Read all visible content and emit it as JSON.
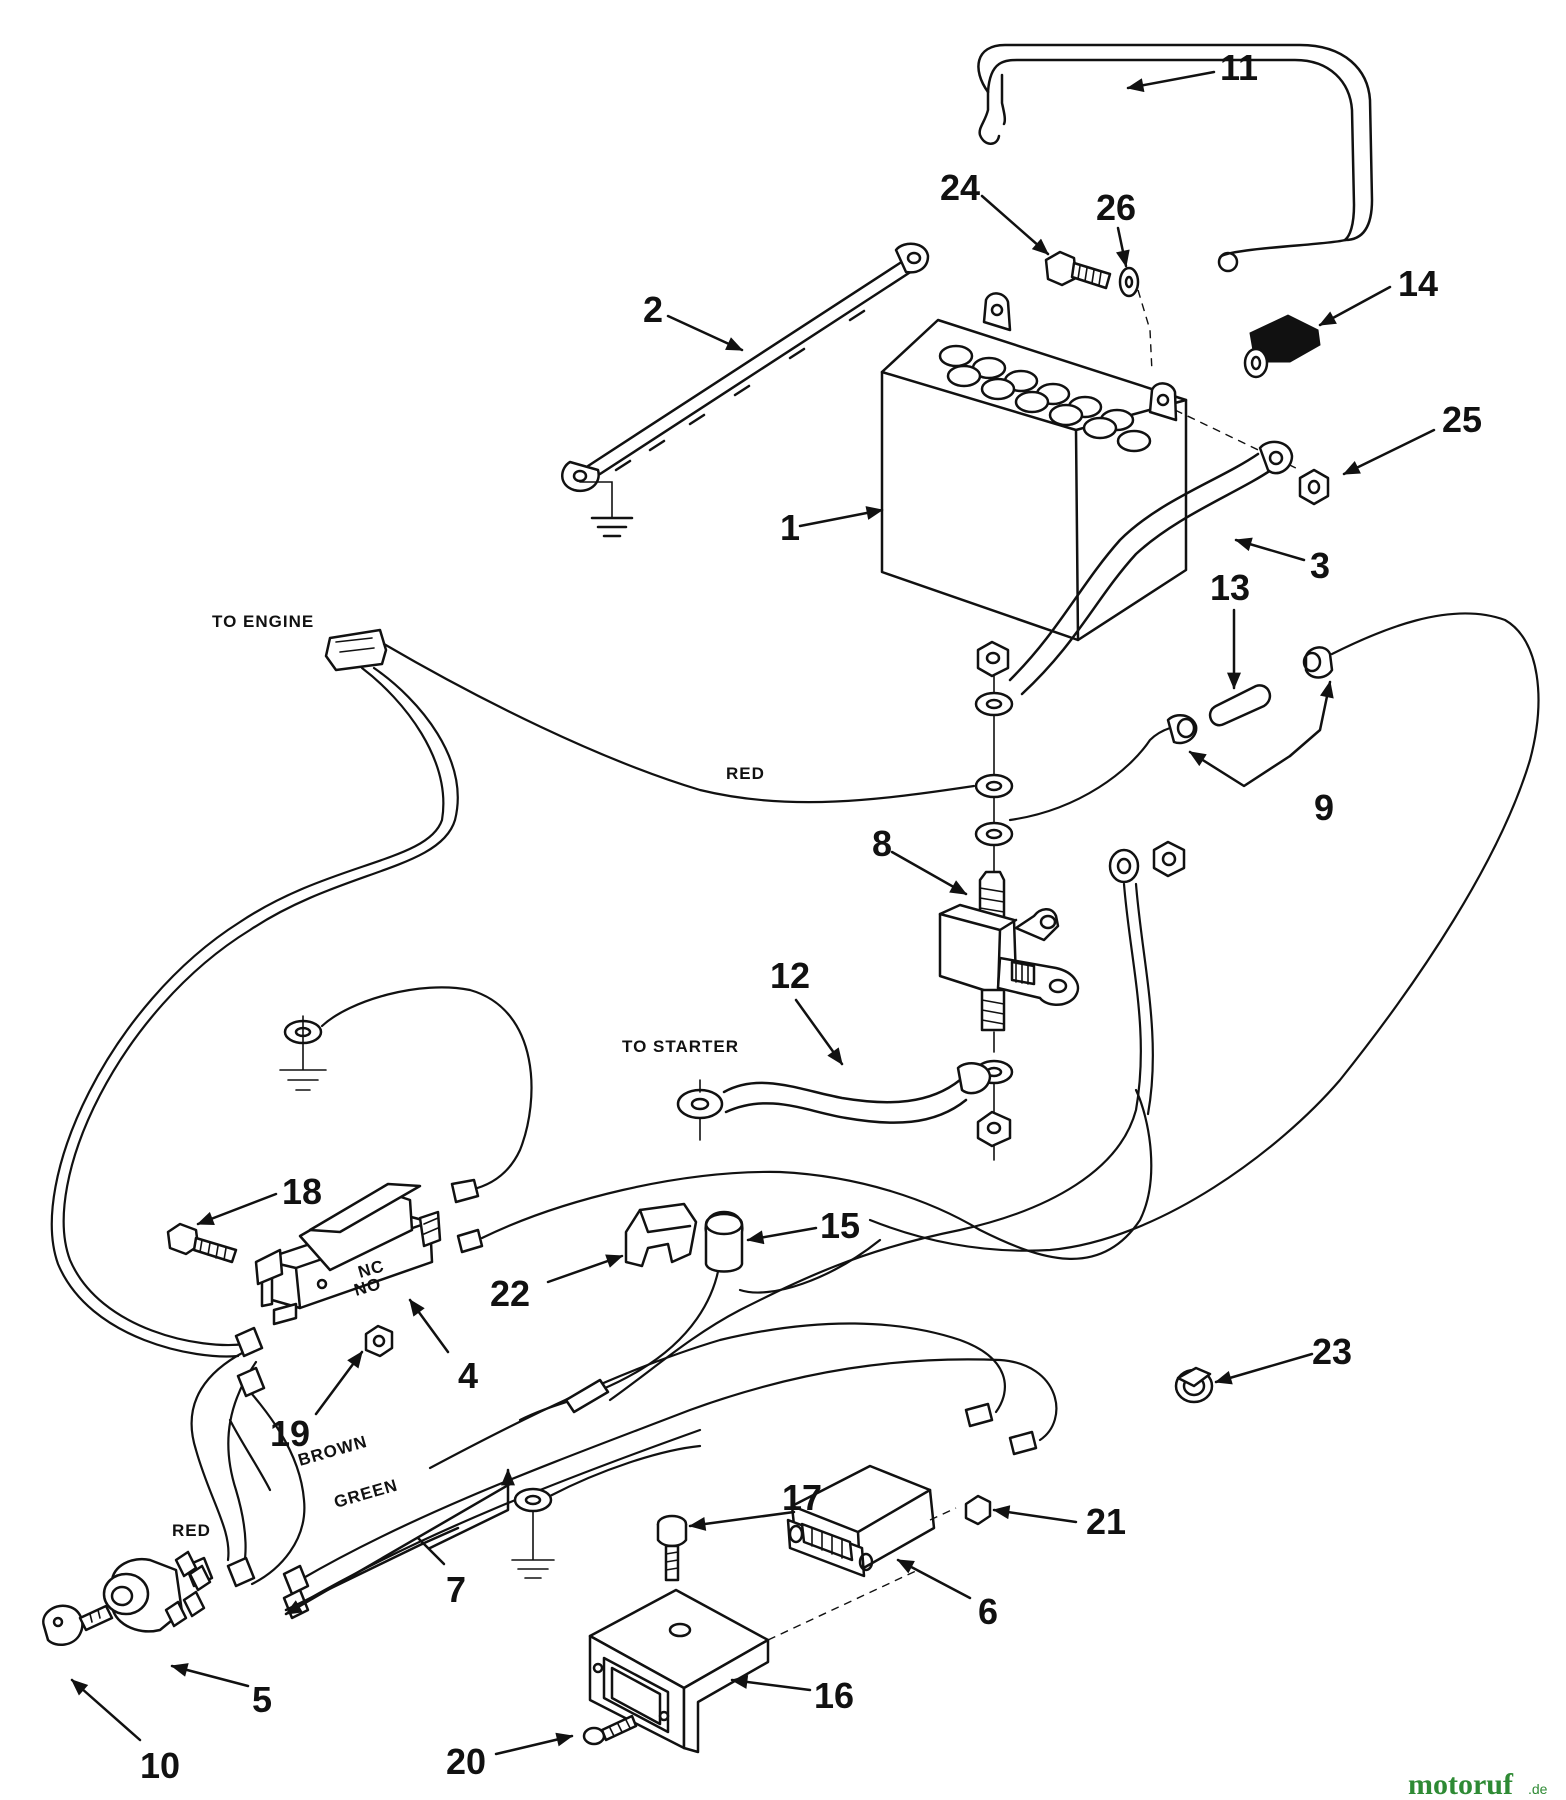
{
  "callouts": {
    "c1": "1",
    "c2": "2",
    "c3": "3",
    "c4": "4",
    "c5": "5",
    "c6": "6",
    "c7": "7",
    "c8": "8",
    "c9": "9",
    "c10": "10",
    "c11": "11",
    "c12": "12",
    "c13": "13",
    "c14": "14",
    "c15": "15",
    "c16": "16",
    "c17": "17",
    "c18": "18",
    "c19": "19",
    "c20": "20",
    "c21": "21",
    "c22": "22",
    "c23": "23",
    "c24": "24",
    "c25": "25",
    "c26": "26"
  },
  "labels": {
    "to_engine": "TO ENGINE",
    "to_starter": "TO STARTER",
    "red_top": "RED",
    "red_bottom": "RED",
    "brown": "BROWN",
    "green": "GREEN",
    "nc": "NC",
    "no": "NO"
  },
  "watermark": {
    "brand": "motoruf",
    "suffix": ".de"
  }
}
